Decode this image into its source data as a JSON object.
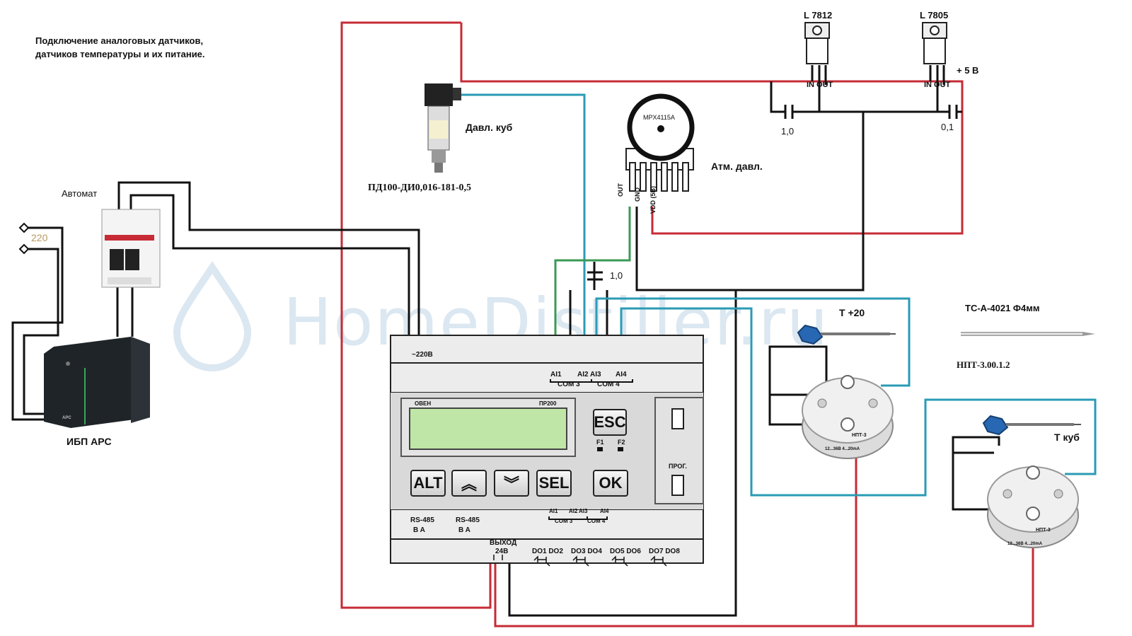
{
  "title_lines": [
    "Подключение аналоговых датчиков,",
    "датчиков температуры и их питание."
  ],
  "watermark": "HomeDistiller.ru",
  "components": {
    "breaker": "Автомат",
    "mains": "220",
    "ups": "ИБП APC",
    "ups_brand": "APC",
    "pressure_sensor_label": "Давл. куб",
    "pressure_sensor_model": "ПД100-ДИ0,016-181-0,5",
    "baro_sensor_chip": "MPX4115A",
    "baro_sensor_label": "Атм. давл.",
    "baro_pins": [
      "OUT",
      "GND",
      "VDD (5B)"
    ],
    "reg_12": "L 7812",
    "reg_5": "L 7805",
    "reg_pins": "IN  OUT",
    "plus5": "+ 5 В",
    "cap_1": "1,0",
    "cap_2": "0,1",
    "cap_3": "1,0",
    "thermo_20": "Т +20",
    "thermo_kub": "Т куб",
    "thermo_probe": "ТС-А-4021  Ф4мм",
    "transmitter": "НПТ-3.00.1.2",
    "transmitter_face": "НПТ-3",
    "transmitter_range": "12...36В  4...20mA"
  },
  "controller": {
    "brand": "ОВЕН",
    "model": "ПР200",
    "power": "~220В",
    "ai_top": [
      "AI1",
      "AI2",
      "AI3",
      "AI4"
    ],
    "com_top": [
      "COM 3",
      "COM 4"
    ],
    "keys": [
      "ESC",
      "ALT",
      "SEL",
      "OK"
    ],
    "f_keys": [
      "F1",
      "F2"
    ],
    "prog": "ПРОГ.",
    "rs485": [
      "RS-485",
      "RS-485"
    ],
    "rs_pins": "B   A",
    "ai_bottom": [
      "AI1",
      "AI2",
      "AI3",
      "AI4"
    ],
    "com_bottom": [
      "COM 3",
      "COM 4"
    ],
    "out24": [
      "ВЫХОД",
      "24В"
    ],
    "do_groups": [
      "DO1 DO2",
      "DO3 DO4",
      "DO5 DO6",
      "DO7 DO8"
    ]
  }
}
